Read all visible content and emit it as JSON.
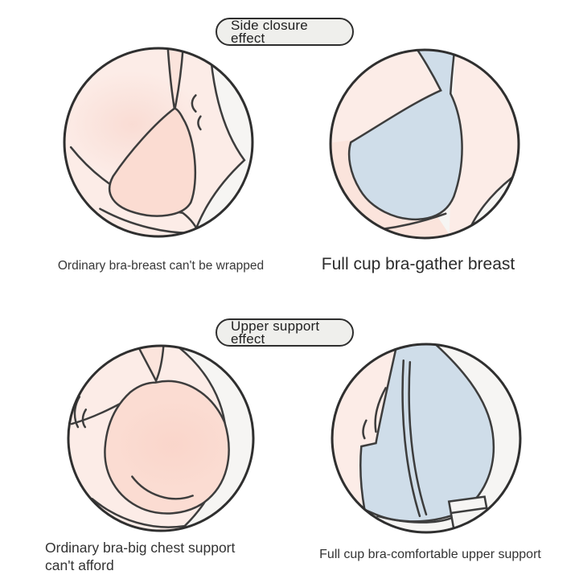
{
  "colors": {
    "page-bg": "#ffffff",
    "outline": "#3d3d3d",
    "circle-ring": "#2f2f2f",
    "skin-light": "#fcece7",
    "skin-mid": "#fbe4dc",
    "cup-pink": "#fbdcd2",
    "cup-blue": "#cfdde9",
    "inner-white": "#f6f5f3",
    "blush": "#f6c9bd",
    "pill-fill": "#efefec",
    "pill-border": "#2e2e2e",
    "text-dark": "#2f2f2f"
  },
  "sections": [
    {
      "badge_line1": "Side closure",
      "badge_line2": "effect",
      "left_illustration": "ordinary-bra-side-spill-illustration",
      "right_illustration": "full-cup-bra-side-closure-illustration",
      "left_caption": "Ordinary bra-breast can't be wrapped",
      "right_caption": "Full cup bra-gather breast"
    },
    {
      "badge_line1": "Upper support",
      "badge_line2": "effect",
      "left_illustration": "ordinary-bra-big-chest-illustration",
      "right_illustration": "full-cup-bra-upper-support-illustration",
      "left_caption_line1": "Ordinary bra-big chest support",
      "left_caption_line2": "can't afford",
      "right_caption": "Full cup bra-comfortable upper support"
    }
  ]
}
